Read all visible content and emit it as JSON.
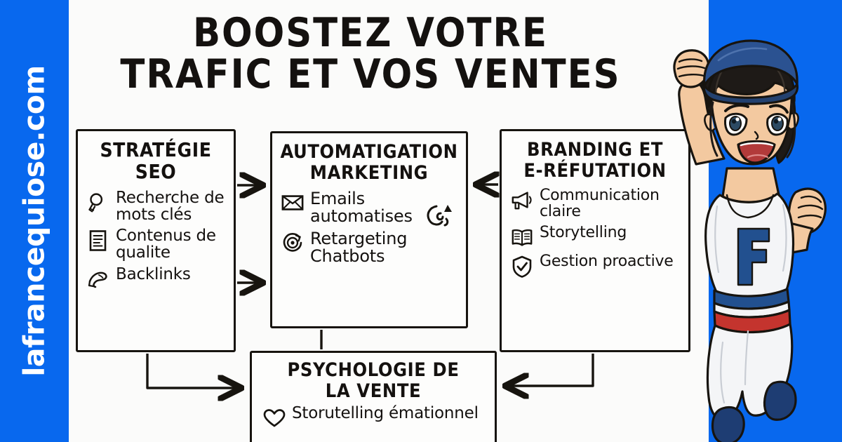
{
  "brand": {
    "site": "lafrancequiose.com",
    "accent_color": "#0868EE",
    "ink_color": "#17140f"
  },
  "title": {
    "line1": "BOOSTEZ VOTRE",
    "line2": "TRAFIC ET VOS VENTES"
  },
  "boxes": [
    {
      "id": "seo",
      "title_line1": "STRATÉGIE",
      "title_line2": "SEO",
      "items": [
        {
          "icon": "magnifier-icon",
          "label": "Recherche de mots clés"
        },
        {
          "icon": "document-icon",
          "label": "Contenus de qualite"
        },
        {
          "icon": "link-hand-icon",
          "label": "Backlinks"
        }
      ]
    },
    {
      "id": "automation",
      "title_line1": "AUTOMATIGATION",
      "title_line2": "MARKETING",
      "items": [
        {
          "icon": "envelope-icon",
          "label": "Emails automatises"
        },
        {
          "icon": "target-refresh-icon",
          "label": "Retargeting Chatbots"
        }
      ]
    },
    {
      "id": "branding",
      "title_line1": "BRANDING ET",
      "title_line2": "E-RÉFUTATION",
      "items": [
        {
          "icon": "megaphone-icon",
          "label": "Communication claire"
        },
        {
          "icon": "open-book-icon",
          "label": "Storytelling"
        },
        {
          "icon": "shield-check-icon",
          "label": "Gestion proactive"
        }
      ]
    },
    {
      "id": "psychologie",
      "title_line1": "PSYCHOLOGIE DE",
      "title_line2": "LA VENTE",
      "items": [
        {
          "icon": "heart-icon",
          "label": "Storutelling émationnel"
        }
      ]
    }
  ],
  "connectors": [
    {
      "name": "seo-to-automation-top",
      "direction": "right"
    },
    {
      "name": "seo-to-automation-bottom",
      "direction": "right"
    },
    {
      "name": "branding-to-automation",
      "direction": "left"
    },
    {
      "name": "automation-to-psychologie",
      "direction": "down"
    },
    {
      "name": "seo-to-psychologie",
      "direction": "right"
    },
    {
      "name": "branding-to-psychologie",
      "direction": "left"
    }
  ],
  "mascot": {
    "name": "cheering-mascot",
    "jersey_letter": "F",
    "cap_color": "#2B5291",
    "skin_color": "#F3C9A0",
    "hair_color": "#1E1A17",
    "outfit_color": "#F4F5F7",
    "belt_blue": "#22508F",
    "belt_red": "#C4342E",
    "shoe_color": "#1E3D73"
  }
}
